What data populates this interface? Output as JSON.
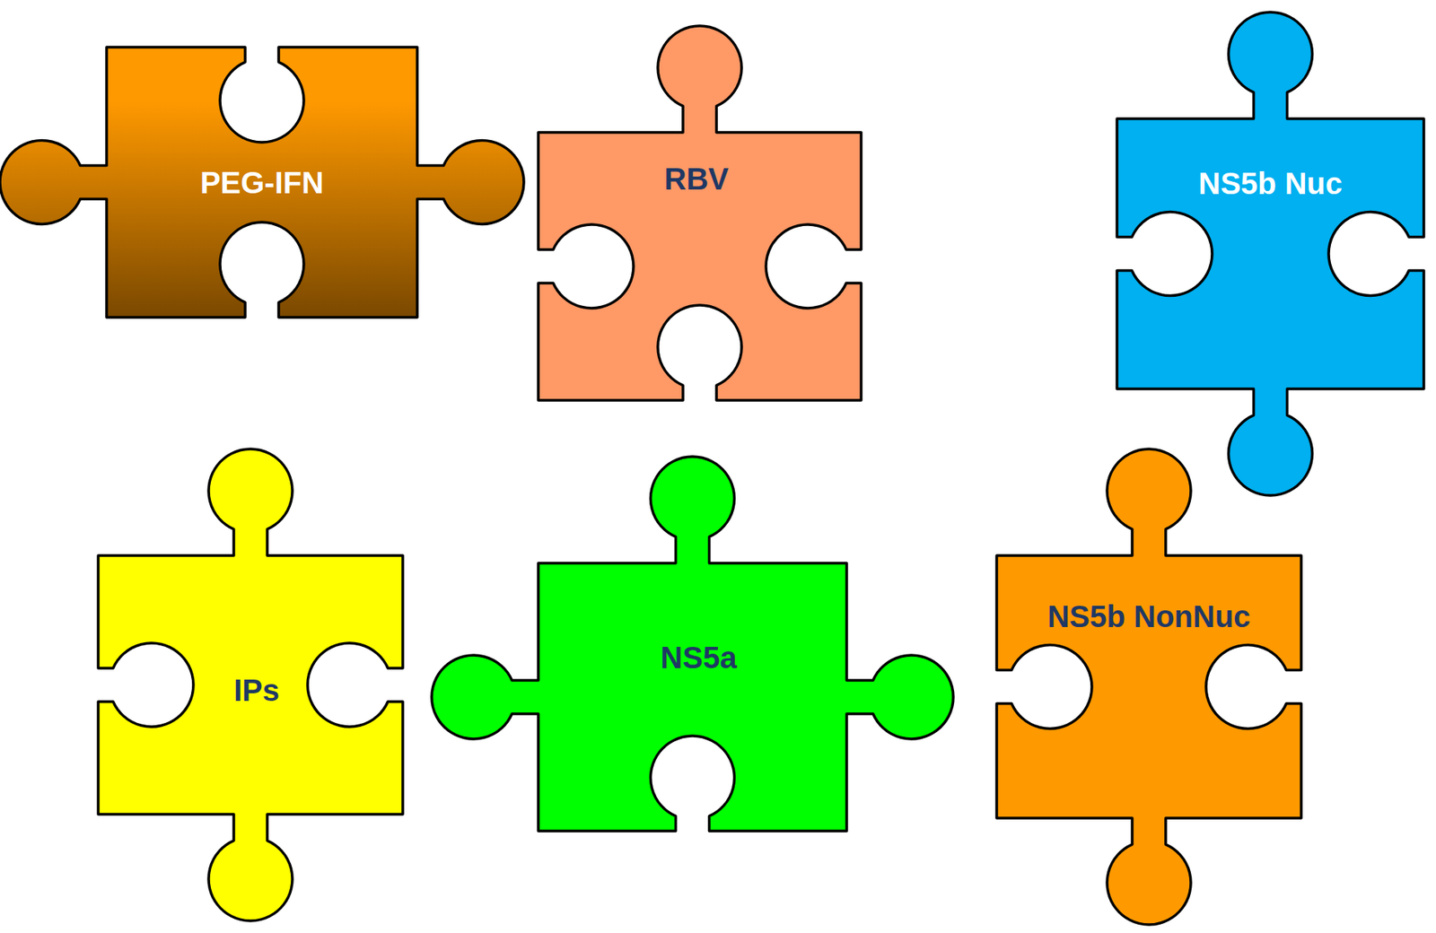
{
  "diagram": {
    "nodes": [
      {
        "text": [
          "PEG-IFN"
        ]
      },
      {
        "text": [
          "RBV"
        ]
      },
      {
        "text": [
          "NS5b Nuc"
        ]
      },
      {
        "text": [
          "IPs"
        ]
      },
      {
        "text": [
          "NS5a"
        ]
      },
      {
        "text": [
          "NS5b NonNuc"
        ]
      }
    ]
  }
}
